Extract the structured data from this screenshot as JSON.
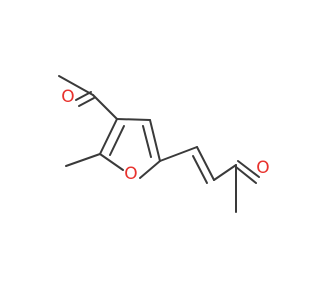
{
  "molecule": {
    "atoms": {
      "o_acetyl": "O",
      "o_ring": "O",
      "o_ketone": "O"
    },
    "colors": {
      "bond": "#3a3a3a",
      "oxygen": "#e8322d",
      "background": "#ffffff"
    }
  }
}
